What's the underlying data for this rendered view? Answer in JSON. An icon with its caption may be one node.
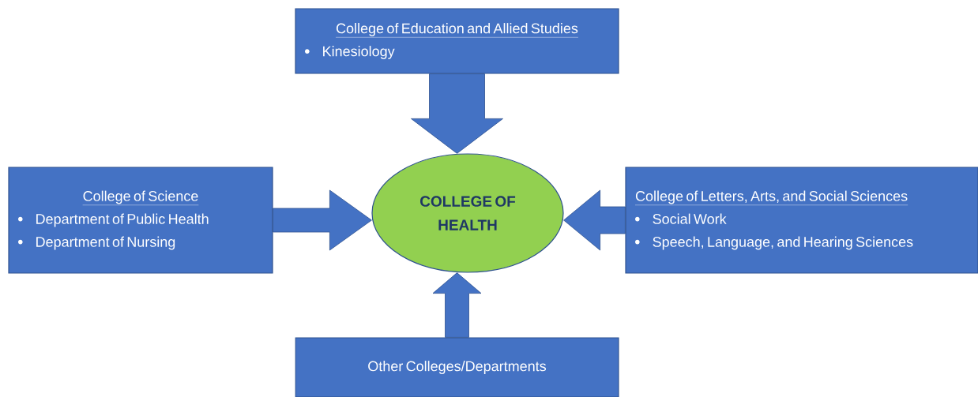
{
  "diagram": {
    "nodes": [
      {
        "text": [
          "College of Education and Allied Studies",
          "Kinesiology"
        ]
      },
      {
        "text": [
          "College of Science",
          "Department of Public Health",
          "Department of Nursing"
        ]
      },
      {
        "text": [
          "COLLEGE OF HEALTH"
        ]
      },
      {
        "text": [
          "College of Letters, Arts, and Social Sciences",
          "Social Work",
          "Speech, Language, and Hearing Sciences"
        ]
      },
      {
        "text": [
          "Other Colleges/Departments"
        ]
      }
    ],
    "edges": [
      {
        "from": 0,
        "to": 2,
        "arrow": "to",
        "style": "thick"
      },
      {
        "from": 1,
        "to": 2,
        "arrow": "to",
        "style": "thick"
      },
      {
        "from": 3,
        "to": 2,
        "arrow": "to",
        "style": "thick"
      },
      {
        "from": 4,
        "to": 2,
        "arrow": "to",
        "style": "thick"
      }
    ]
  }
}
